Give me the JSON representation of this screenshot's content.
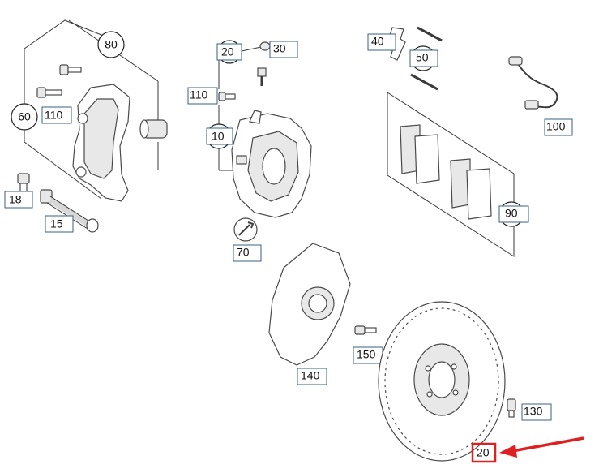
{
  "callouts": {
    "c80": "80",
    "c20a": "20",
    "c30": "30",
    "c40": "40",
    "c50": "50",
    "c60": "60",
    "c110a": "110",
    "c110b": "110",
    "c10": "10",
    "c100": "100",
    "c18": "18",
    "c15": "15",
    "c90": "90",
    "c70": "70",
    "c150": "150",
    "c140": "140",
    "c130": "130",
    "c20b": "20"
  },
  "highlight": {
    "label": "20",
    "color": "#e02020"
  }
}
